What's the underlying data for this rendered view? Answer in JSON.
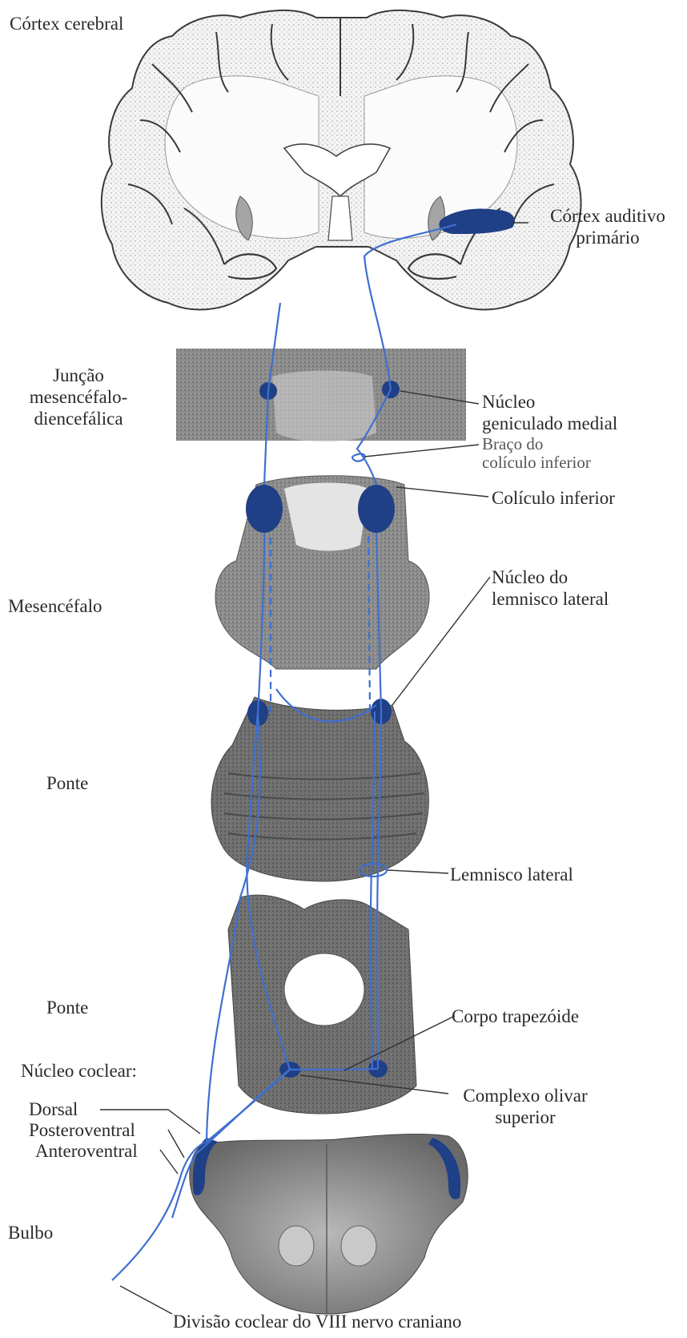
{
  "labels": {
    "cortex_cerebral": "Córtex cerebral",
    "cortex_auditivo": [
      "Córtex auditivo",
      "primário"
    ],
    "juncao": [
      "Junção",
      "mesencéfalo-",
      "diencefálica"
    ],
    "nucleo_geniculado": [
      "Núcleo",
      "geniculado medial"
    ],
    "braco_coliculo": [
      "Braço do",
      "colículo inferior"
    ],
    "coliculo_inferior": "Colículo inferior",
    "mesencefalo": "Mesencéfalo",
    "nucleo_lemnisco": [
      "Núcleo do",
      "lemnisco lateral"
    ],
    "ponte_1": "Ponte",
    "lemnisco_lateral": "Lemnisco lateral",
    "ponte_2": "Ponte",
    "corpo_trapezoide": "Corpo trapezóide",
    "nucleo_coclear": "Núcleo coclear:",
    "complexo_olivar": [
      "Complexo olivar",
      "superior"
    ],
    "dorsal": "Dorsal",
    "posteroventral": "Posteroventral",
    "anteroventral": "Anteroventral",
    "bulbo": "Bulbo",
    "divisao_coclear": "Divisão coclear do VIII nervo craniano"
  },
  "colors": {
    "pathway": "#3f6fd0",
    "nucleus": "#1f3f86",
    "tissue_dark": "#6d6d6d",
    "tissue_mid": "#9a9a9a",
    "tissue_light": "#d9d9d9",
    "cortex_fill": "#f2f2f2",
    "leader": "#333333"
  }
}
